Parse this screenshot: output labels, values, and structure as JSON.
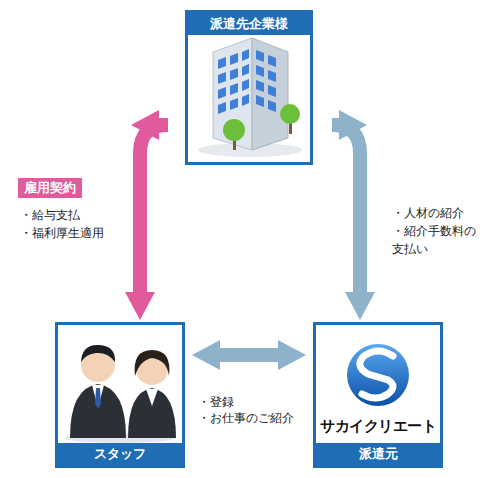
{
  "diagram": {
    "nodes": [
      {
        "text": [
          "派遣先企業様"
        ]
      },
      {
        "text": [
          "スタッフ"
        ]
      },
      {
        "text": [
          "サカイクリエート",
          "派遣元"
        ]
      }
    ],
    "edges": [
      {
        "from": 1,
        "to": 0,
        "arrow": "both",
        "label": "雇用契約"
      },
      {
        "from": 2,
        "to": 0,
        "arrow": "both"
      },
      {
        "from": 1,
        "to": 2,
        "arrow": "both"
      }
    ],
    "labels": [
      "・給与支払",
      "・福利厚生適用",
      "・人材の紹介",
      "・紹介手数料の支払い",
      "・登録",
      "・お仕事のご紹介"
    ]
  }
}
